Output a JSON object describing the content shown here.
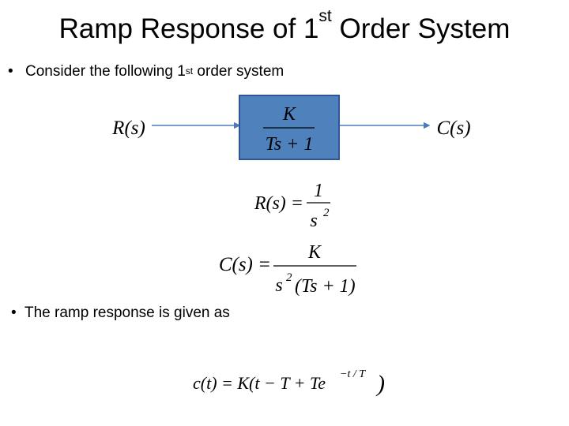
{
  "title": {
    "prefix": "Ramp Response of 1",
    "superscript": "st",
    "suffix": " Order System"
  },
  "bullets": [
    {
      "prefix": "Consider the following 1",
      "superscript": "st",
      "suffix": " order system"
    },
    {
      "prefix": "The ramp response is given as",
      "superscript": "",
      "suffix": ""
    }
  ],
  "block_diagram": {
    "input_label": "R(s)",
    "output_label": "C(s)",
    "block_numerator": "K",
    "block_denominator": "Ts + 1",
    "block_fill": "#4f81bd",
    "block_border": "#2f5597",
    "arrow_color": "#4a7bbf"
  },
  "equations": {
    "input": {
      "lhs": "R(s) =",
      "numerator": "1",
      "denominator": "s",
      "denominator_exponent": "2"
    },
    "output": {
      "lhs": "C(s) =",
      "numerator": "K",
      "denominator_prefix": "s",
      "denominator_exponent": "2",
      "denominator_suffix": "(Ts + 1)"
    },
    "ramp_response": "c(t) = K(t − T + Te",
    "ramp_exponent": "−t / T",
    "ramp_close": ")"
  }
}
